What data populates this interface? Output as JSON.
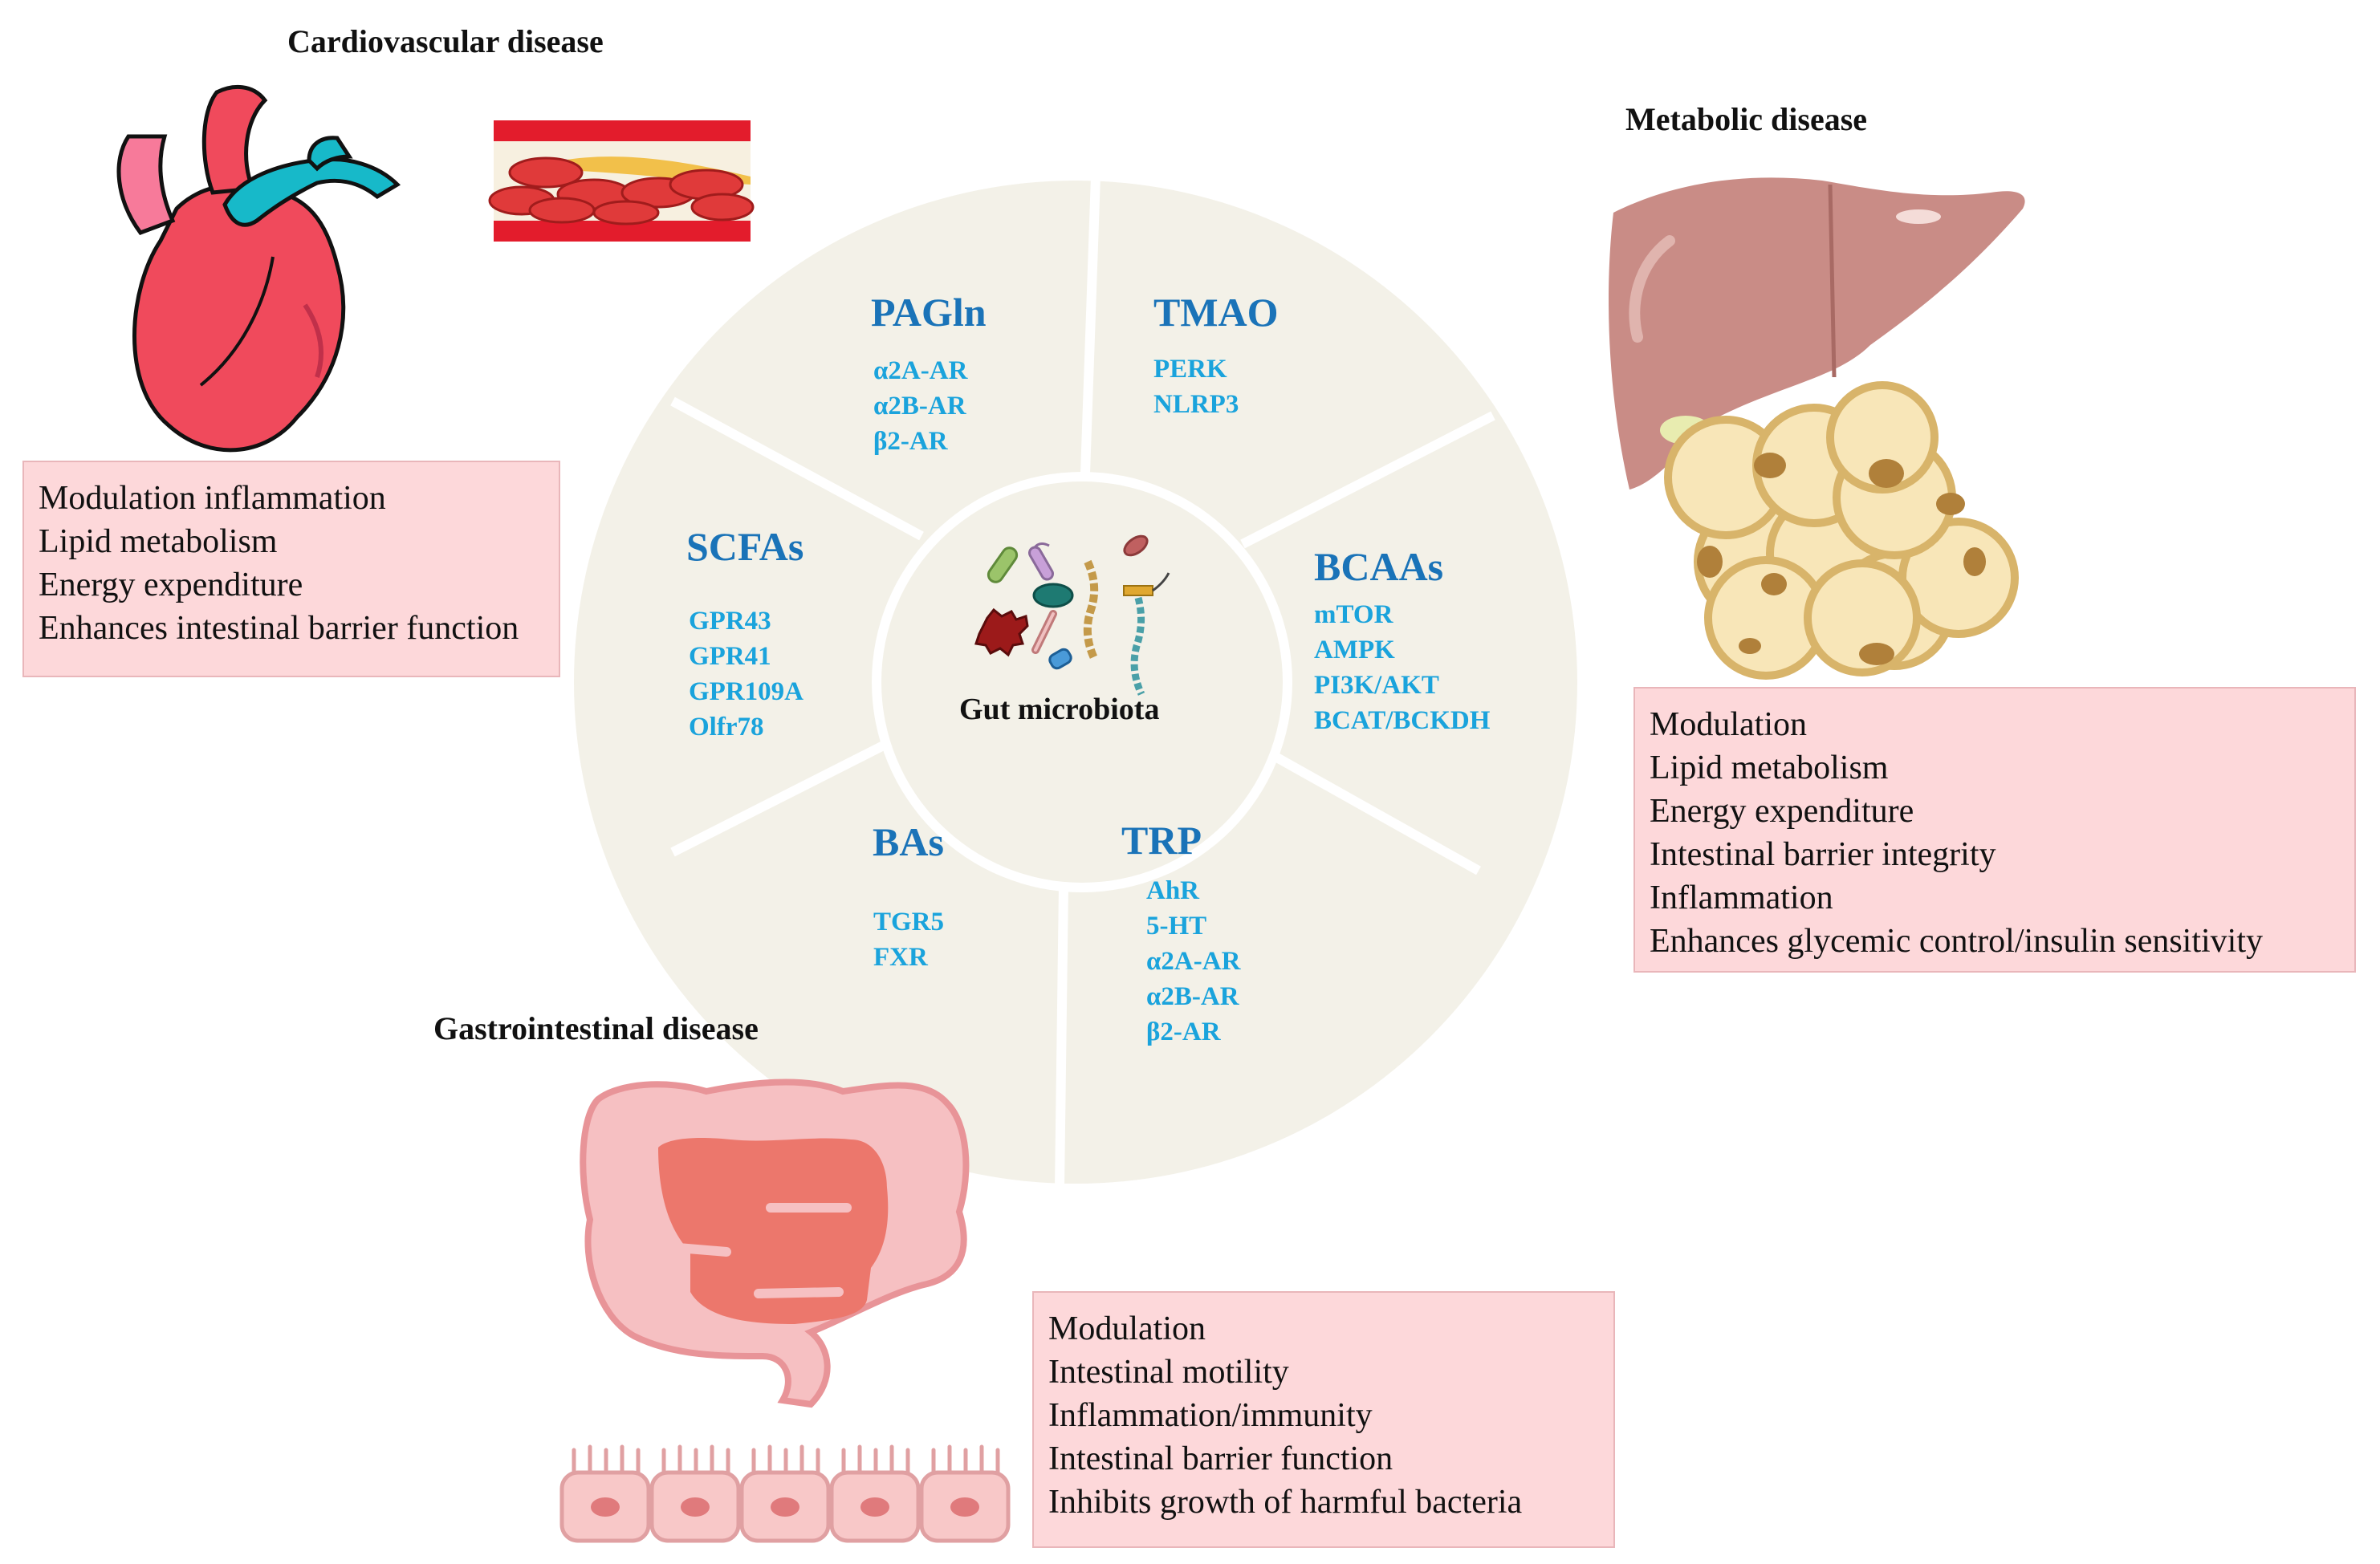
{
  "center": {
    "label": "Gut microbiota"
  },
  "segments": {
    "pagln": {
      "title": "PAGln",
      "items": [
        "α2A-AR",
        "α2B-AR",
        "β2-AR"
      ]
    },
    "tmao": {
      "title": "TMAO",
      "items": [
        "PERK",
        "NLRP3"
      ]
    },
    "bcaas": {
      "title": "BCAAs",
      "items": [
        "mTOR",
        "AMPK",
        "PI3K/AKT",
        "BCAT/BCKDH"
      ]
    },
    "trp": {
      "title": "TRP",
      "items": [
        "AhR",
        "5-HT",
        "α2A-AR",
        "α2B-AR",
        "β2-AR"
      ]
    },
    "bas": {
      "title": "BAs",
      "items": [
        "TGR5",
        "FXR"
      ]
    },
    "scfas": {
      "title": "SCFAs",
      "items": [
        "GPR43",
        "GPR41",
        "GPR109A",
        "Olfr78"
      ]
    }
  },
  "diseases": {
    "cardiovascular": {
      "title": "Cardiovascular disease",
      "effects": [
        "Modulation inflammation",
        "Lipid metabolism",
        "Energy expenditure",
        "Enhances intestinal barrier function"
      ]
    },
    "metabolic": {
      "title": "Metabolic disease",
      "effects": [
        "Modulation",
        "Lipid metabolism",
        "Energy expenditure",
        "Intestinal barrier integrity",
        "Inflammation",
        "Enhances glycemic control/insulin sensitivity"
      ]
    },
    "gastrointestinal": {
      "title": "Gastrointestinal  disease",
      "effects": [
        "Modulation",
        "Intestinal motility",
        "Inflammation/immunity",
        "Intestinal barrier function",
        "Inhibits growth of harmful bacteria"
      ]
    }
  },
  "colors": {
    "wheel_fill": "#f3f1e8",
    "segment_title": "#1a73b8",
    "segment_item": "#1aa3dc",
    "box_fill": "#fdd8da",
    "box_border": "#e9b6ba"
  },
  "icons": [
    "heart-icon",
    "blood-vessel-icon",
    "liver-icon",
    "fat-cells-icon",
    "intestine-icon",
    "epithelial-cells-icon",
    "bacteria-icon"
  ]
}
